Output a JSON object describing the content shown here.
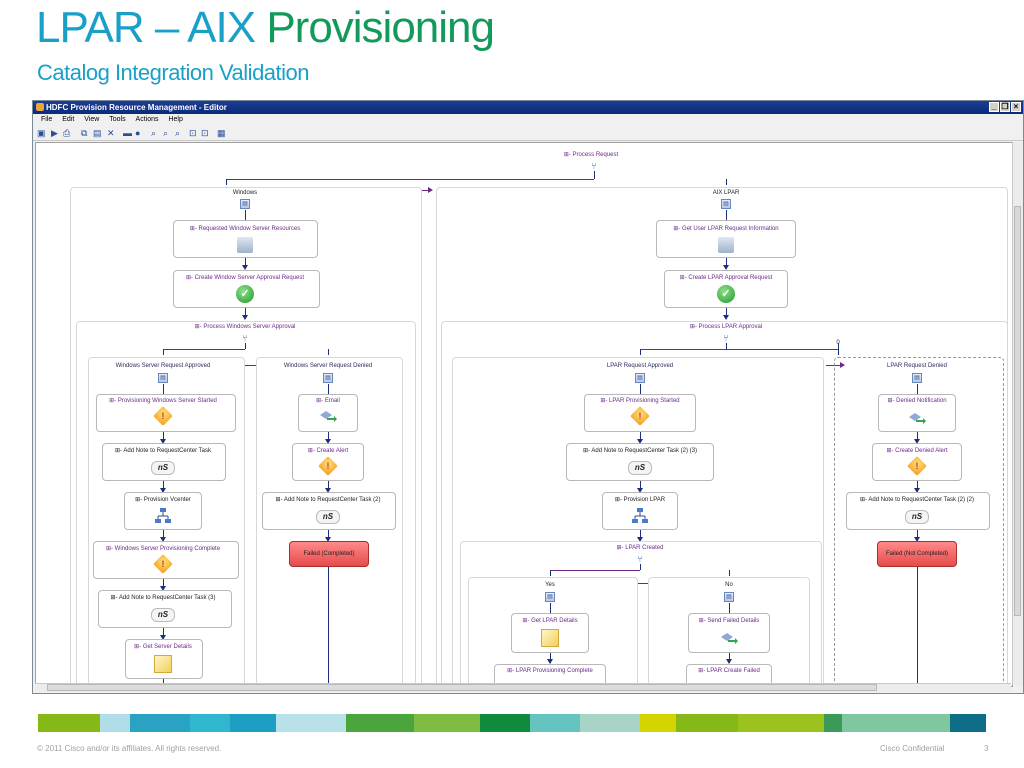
{
  "slide": {
    "title_part1": "LPAR – AIX ",
    "title_part2": "Provisioning",
    "subtitle": "Catalog Integration Validation",
    "footer_left": "© 2011 Cisco and/or its affiliates. All rights reserved.",
    "footer_right": "Cisco Confidential",
    "page_number": "3",
    "colorbar_colors": [
      "#86b817",
      "#b0dde8",
      "#2aa3c2",
      "#30b6cf",
      "#1d9ec2",
      "#b8e1ea",
      "#4ba53d",
      "#7fbc42",
      "#108a3c",
      "#65c4c0",
      "#a8d4c8",
      "#d4d400",
      "#86b817",
      "#9cc21f",
      "#3c9a58",
      "#7fc7a0",
      "#0e6d87"
    ]
  },
  "window": {
    "title": "HDFC Provision Resource Management - Editor",
    "menu": [
      "File",
      "Edit",
      "View",
      "Tools",
      "Actions",
      "Help"
    ]
  },
  "workflow": {
    "root": "Process Request",
    "windows": {
      "lane": "Windows",
      "requested": "Requested Window Server Resources",
      "create_approval": "Create Window Server Approval Request",
      "process_approval": "Process Windows Server Approval",
      "approved": {
        "lane": "Windows Server Request Approved",
        "started": "Provisioning Windows Server Started",
        "add_note": "Add Note to RequestCenter Task",
        "provision": "Provision Vcenter",
        "complete": "Windows Server Provisioning Complete",
        "add_note3": "Add Note to RequestCenter Task (3)",
        "server_details": "Get Server Details"
      },
      "denied": {
        "lane": "Windows Server Request Denied",
        "email": "Email",
        "create_alert": "Create Alert",
        "add_note2": "Add Note to RequestCenter Task (2)",
        "failed": "Failed (Completed)"
      }
    },
    "aix": {
      "lane": "AIX LPAR",
      "get_info": "Get User LPAR Request Information",
      "create_approval": "Create LPAR Approval Request",
      "process_approval": "Process LPAR Approval",
      "approved": {
        "lane": "LPAR Request Approved",
        "started": "LPAR Provisioning Started",
        "add_note": "Add Note to RequestCenter Task (2) (3)",
        "provision": "Provision LPAR",
        "created": "LPAR Created",
        "yes": {
          "lane": "Yes",
          "details": "Get LPAR Details",
          "complete": "LPAR Provisioning Complete"
        },
        "no": {
          "lane": "No",
          "send_failed": "Send Failed Details",
          "create_failed": "LPAR Create Failed"
        }
      },
      "denied": {
        "lane": "LPAR Request Denied",
        "notification": "Denied Notification",
        "create_alert": "Create Denied Alert",
        "add_note": "Add Note to RequestCenter Task (2) (2)",
        "failed": "Failed (Not Completed)"
      }
    },
    "icons": {
      "ns_label": "nS",
      "expand_glyph": "⊞",
      "seq_glyph": "▤",
      "zero_marker": "0"
    }
  }
}
